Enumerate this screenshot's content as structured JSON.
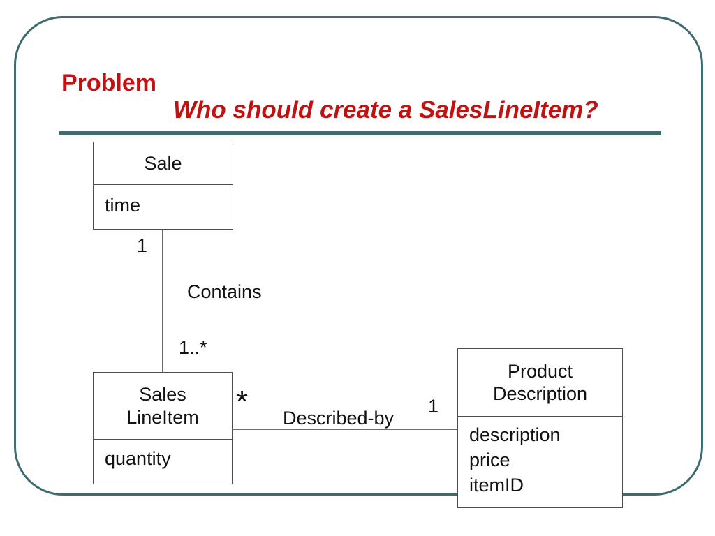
{
  "slide": {
    "title": "Problem",
    "subtitle": "Who should create a SalesLineItem?",
    "colors": {
      "accent_red": "#C21111",
      "frame_teal": "#3E6C6E",
      "box_border_gray": "#4D4D4D",
      "text_black": "#111111",
      "background": "#FFFFFF"
    }
  },
  "diagram": {
    "type": "uml-class-diagram",
    "classes": [
      {
        "id": "sale",
        "name": "Sale",
        "name_lines": [
          "Sale"
        ],
        "attributes": [
          "time"
        ]
      },
      {
        "id": "sales-line-item",
        "name": "SalesLineItem",
        "name_lines": [
          "Sales",
          "LineItem"
        ],
        "attributes": [
          "quantity"
        ]
      },
      {
        "id": "product-description",
        "name": "ProductDescription",
        "name_lines": [
          "Product",
          "Description"
        ],
        "attributes": [
          "description",
          "price",
          "itemID"
        ]
      }
    ],
    "associations": [
      {
        "name": "Contains",
        "from": "Sale",
        "to": "SalesLineItem",
        "from_multiplicity": "1",
        "to_multiplicity": "1..*"
      },
      {
        "name": "Described-by",
        "from": "SalesLineItem",
        "to": "ProductDescription",
        "from_multiplicity": "*",
        "to_multiplicity": "1"
      }
    ]
  }
}
